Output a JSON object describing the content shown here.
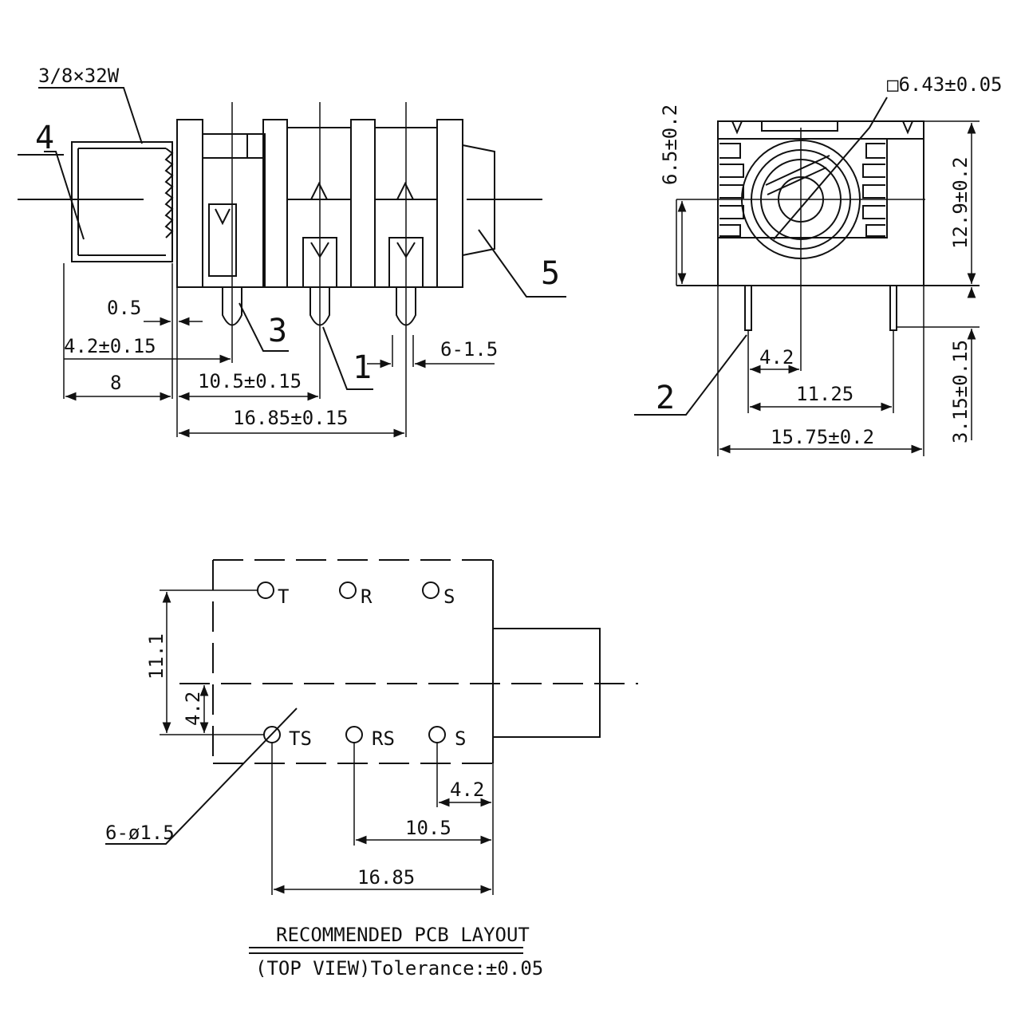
{
  "side_view": {
    "thread_label": "3/8×32W",
    "callout_1": "1",
    "callout_3": "3",
    "callout_4": "4",
    "callout_5": "5",
    "dim_0_5": "0.5",
    "dim_4_2_tol": "4.2±0.15",
    "dim_8": "8",
    "dim_10_5_tol": "10.5±0.15",
    "dim_16_85_tol": "16.85±0.15",
    "dim_6_1_5": "6-1.5"
  },
  "front_view": {
    "dim_square": "□6.43±0.05",
    "dim_6_5": "6.5±0.2",
    "dim_12_9": "12.9±0.2",
    "dim_3_15": "3.15±0.15",
    "dim_4_2": "4.2",
    "dim_11_25": "11.25",
    "dim_15_75": "15.75±0.2",
    "callout_2": "2"
  },
  "pcb_layout": {
    "pin_T": "T",
    "pin_R": "R",
    "pin_S_top": "S",
    "pin_TS": "TS",
    "pin_RS": "RS",
    "pin_S_bottom": "S",
    "dim_11_1": "11.1",
    "dim_4_2_left": "4.2",
    "dim_4_2_right": "4.2",
    "dim_10_5": "10.5",
    "dim_16_85": "16.85",
    "hole_label": "6-ø1.5",
    "title": "RECOMMENDED PCB LAYOUT",
    "subtitle": "(TOP VIEW)Tolerance:±0.05"
  }
}
